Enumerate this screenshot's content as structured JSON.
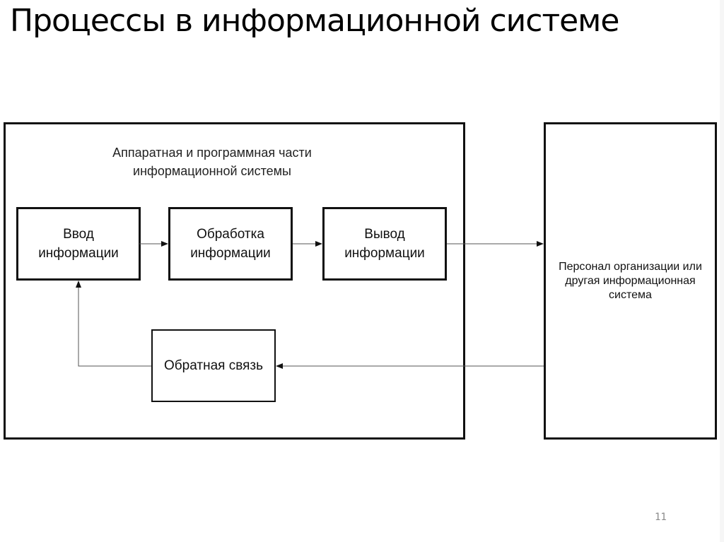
{
  "slide": {
    "title": "Процессы в информационной системе",
    "page_number": "11"
  },
  "diagram": {
    "group_label_line1": "Аппаратная и программная части",
    "group_label_line2": "информационной системы",
    "nodes": {
      "input": {
        "line1": "Ввод",
        "line2": "информации"
      },
      "processing": {
        "line1": "Обработка",
        "line2": "информации"
      },
      "output": {
        "line1": "Вывод",
        "line2": "информации"
      },
      "feedback": {
        "label": "Обратная связь"
      },
      "external": {
        "line1": "Персонал организации или",
        "line2": "другая информационная",
        "line3": "система"
      }
    },
    "edges": [
      {
        "from": "input",
        "to": "processing"
      },
      {
        "from": "processing",
        "to": "output"
      },
      {
        "from": "output",
        "to": "external"
      },
      {
        "from": "external",
        "to": "feedback"
      },
      {
        "from": "feedback",
        "to": "input"
      }
    ]
  }
}
